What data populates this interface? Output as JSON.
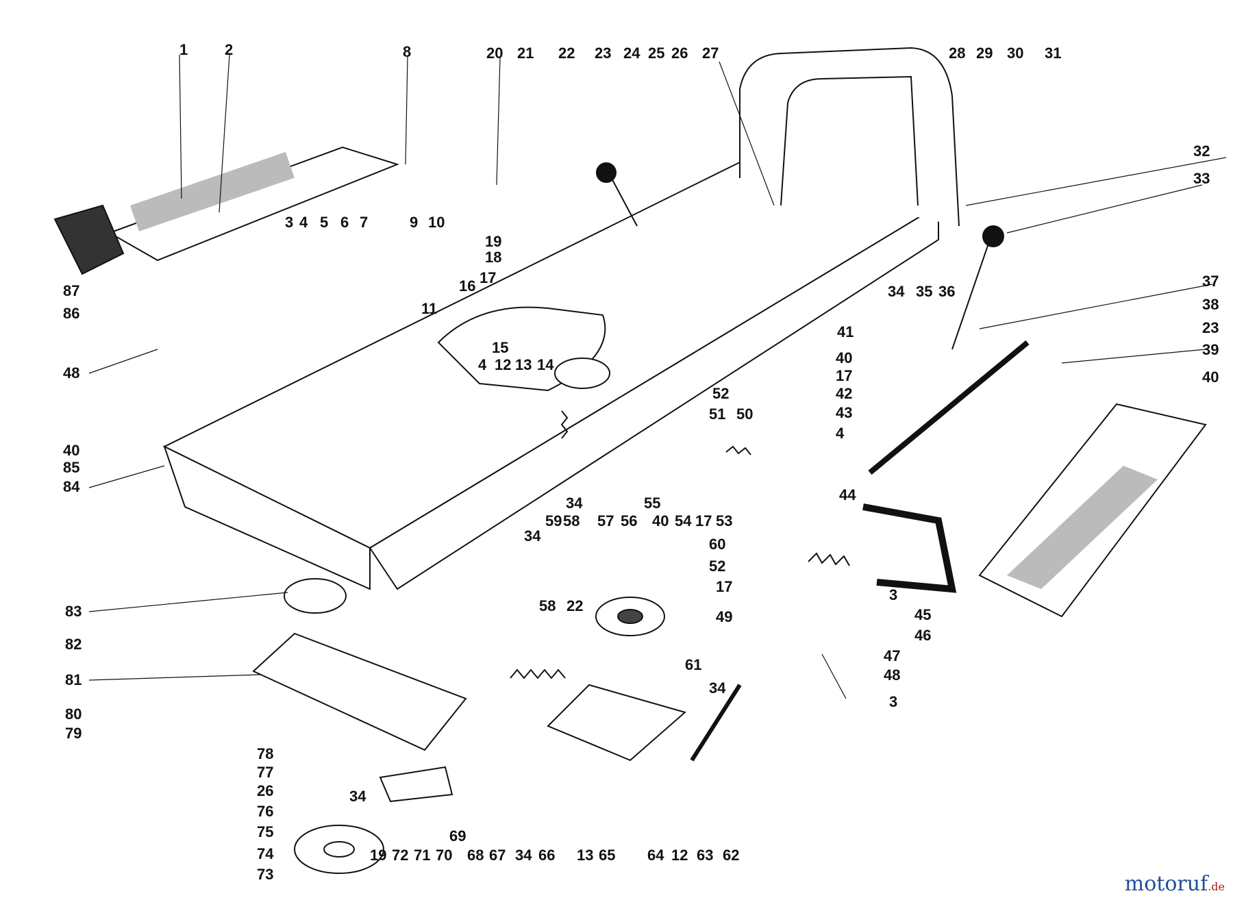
{
  "labels": {
    "l1": "1",
    "l2": "2",
    "l8": "8",
    "l20": "20",
    "l21": "21",
    "l22a": "22",
    "l23a": "23",
    "l24": "24",
    "l25": "25",
    "l26a": "26",
    "l27": "27",
    "l28": "28",
    "l29": "29",
    "l30": "30",
    "l31": "31",
    "l32": "32",
    "l33": "33",
    "l3a": "3",
    "l4a": "4",
    "l5": "5",
    "l6": "6",
    "l7": "7",
    "l9": "9",
    "l10": "10",
    "l19a": "19",
    "l18": "18",
    "l17a": "17",
    "l16": "16",
    "l11": "11",
    "l15": "15",
    "l4b": "4",
    "l12a": "12",
    "l13a": "13",
    "l14": "14",
    "l87": "87",
    "l86": "86",
    "l48a": "48",
    "l40a": "40",
    "l85": "85",
    "l84": "84",
    "l34a": "34",
    "l35": "35",
    "l36": "36",
    "l37": "37",
    "l38": "38",
    "l23b": "23",
    "l39": "39",
    "l40b": "40",
    "l41": "41",
    "l40c": "40",
    "l17b": "17",
    "l42": "42",
    "l43": "43",
    "l4c": "4",
    "l52a": "52",
    "l51": "51",
    "l50": "50",
    "l34b": "34",
    "l59": "59",
    "l58a": "58",
    "l34c": "34",
    "l57": "57",
    "l56": "56",
    "l55": "55",
    "l40d": "40",
    "l54": "54",
    "l17c": "17",
    "l53": "53",
    "l44": "44",
    "l60": "60",
    "l52b": "52",
    "l17d": "17",
    "l49": "49",
    "l3b": "3",
    "l45": "45",
    "l46": "46",
    "l47": "47",
    "l48b": "48",
    "l3c": "3",
    "l83": "83",
    "l82": "82",
    "l81": "81",
    "l80": "80",
    "l79": "79",
    "l78": "78",
    "l77": "77",
    "l26b": "26",
    "l76": "76",
    "l75": "75",
    "l74": "74",
    "l73": "73",
    "l58b": "58",
    "l22b": "22",
    "l61": "61",
    "l34d": "34",
    "l34e": "34",
    "l19b": "19",
    "l72": "72",
    "l71": "71",
    "l70": "70",
    "l69": "69",
    "l68": "68",
    "l67": "67",
    "l34f": "34",
    "l66": "66",
    "l13b": "13",
    "l65": "65",
    "l64": "64",
    "l12b": "12",
    "l63": "63",
    "l62": "62"
  },
  "watermark": {
    "brand": "motoruf",
    "suffix": ".de"
  }
}
